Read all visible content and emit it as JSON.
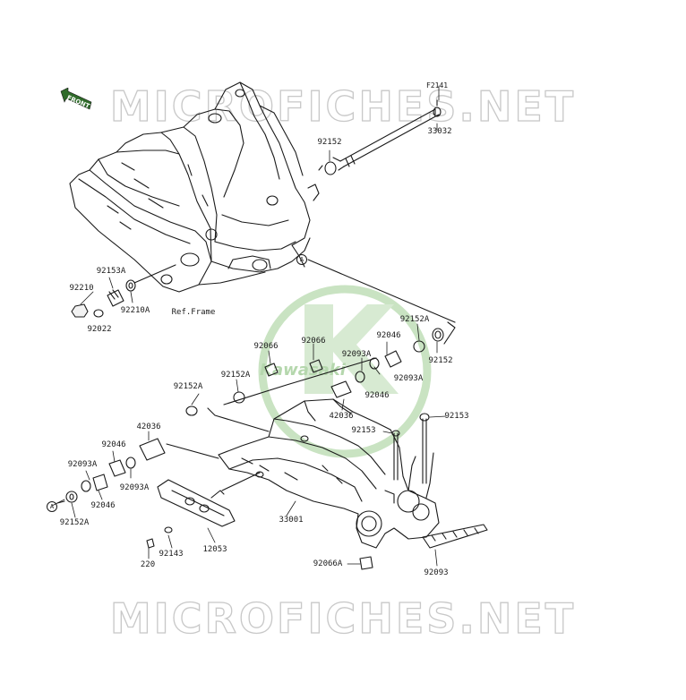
{
  "diagram_code": "F2141",
  "watermark": {
    "top": "MICROFICHES.NET",
    "bottom": "MICROFICHES.NET",
    "logo_text": "Kawasaki",
    "logo_color": "#b5d7ad"
  },
  "front_badge": "FRONT",
  "ref_label": "Ref.Frame",
  "parts": [
    {
      "id": "33032"
    },
    {
      "id": "92152"
    },
    {
      "id": "92153A"
    },
    {
      "id": "92210"
    },
    {
      "id": "92210A"
    },
    {
      "id": "92022"
    },
    {
      "id": "A"
    },
    {
      "id": "92152A"
    },
    {
      "id": "92046"
    },
    {
      "id": "92093A"
    },
    {
      "id": "92152"
    },
    {
      "id": "92066"
    },
    {
      "id": "92066"
    },
    {
      "id": "92152A"
    },
    {
      "id": "92093A"
    },
    {
      "id": "92046"
    },
    {
      "id": "92152A"
    },
    {
      "id": "42036"
    },
    {
      "id": "92153"
    },
    {
      "id": "92153"
    },
    {
      "id": "42036"
    },
    {
      "id": "92046"
    },
    {
      "id": "92093A"
    },
    {
      "id": "92093A"
    },
    {
      "id": "92046"
    },
    {
      "id": "A"
    },
    {
      "id": "92152A"
    },
    {
      "id": "33001"
    },
    {
      "id": "12053"
    },
    {
      "id": "92143"
    },
    {
      "id": "220"
    },
    {
      "id": "92066A"
    },
    {
      "id": "92093"
    }
  ],
  "colors": {
    "line": "#1a1a1a",
    "accent_green": "#2f6b2a"
  }
}
